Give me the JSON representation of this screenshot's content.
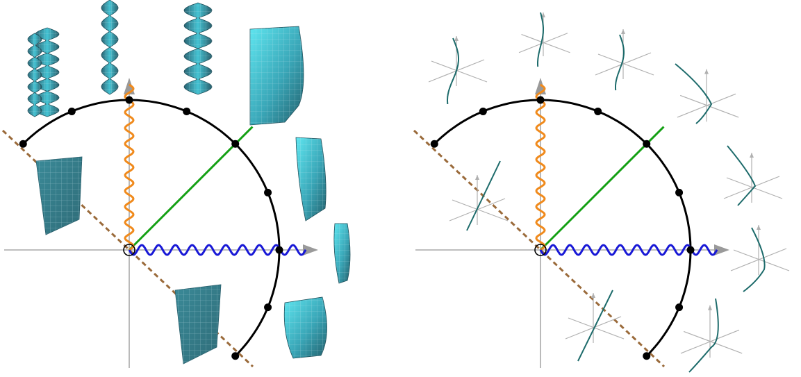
{
  "figure": {
    "panels": [
      {
        "id": "left",
        "variant": "surfaces"
      },
      {
        "id": "right",
        "variant": "curves"
      }
    ],
    "colors": {
      "axis": "#a8a8a8",
      "arc": "#000000",
      "orange_wave": "#f08a1c",
      "blue_wave": "#1818d6",
      "green_ray": "#14a014",
      "dashed_line": "#9a6a3a",
      "surface_dark": "#2d6e7e",
      "surface_light": "#4fd8e6",
      "curve": "#1d6b6b",
      "mini_axis": "#b0b0b0"
    },
    "arc_points": 8,
    "icons": [
      "arrowhead-icon",
      "open-circle-icon",
      "dot-icon"
    ]
  }
}
